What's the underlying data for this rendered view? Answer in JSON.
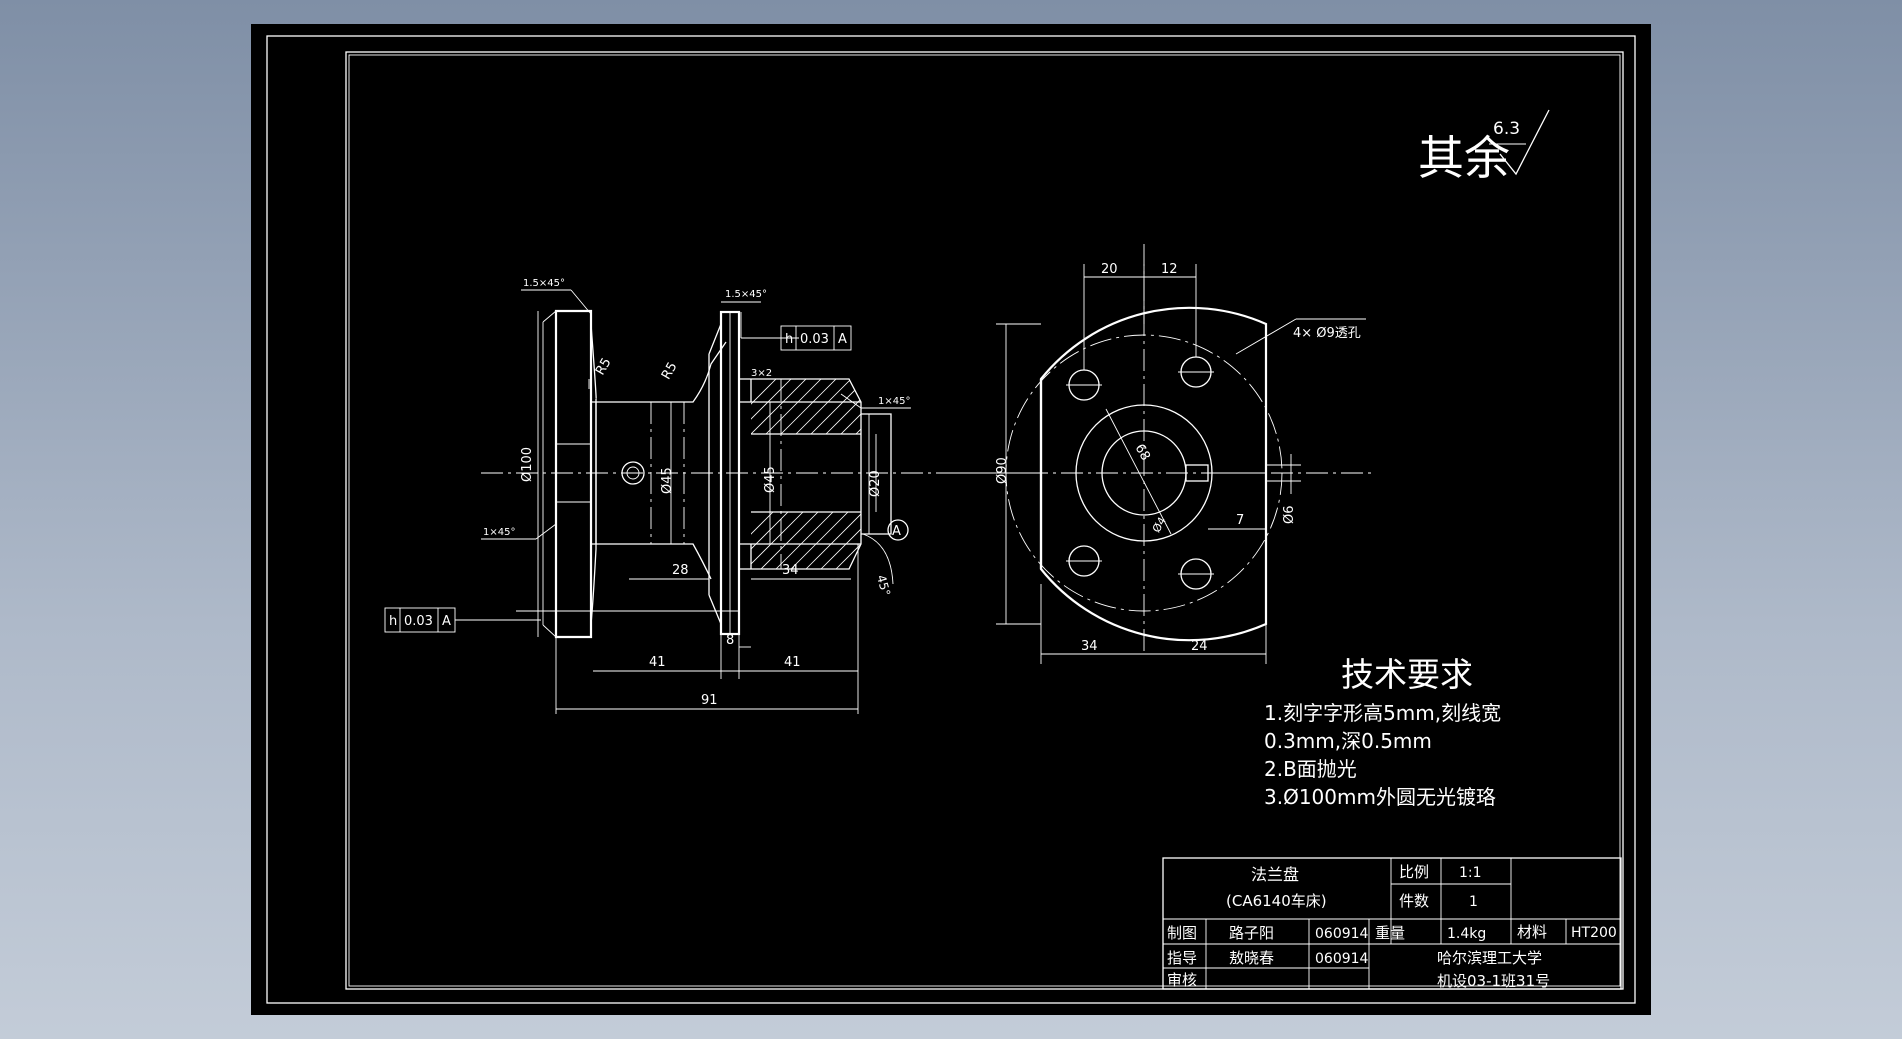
{
  "drawing": {
    "roughness_note": {
      "prefix": "其余",
      "value": "6.3"
    },
    "left_view": {
      "chamfer_top_left": "1.5×45°",
      "chamfer_top_mid": "1.5×45°",
      "chamfer_right": "1×45°",
      "chamfer_left": "1×45°",
      "radius_1": "R5",
      "radius_2": "R5",
      "groove": "3×2",
      "tolerance_frame_right": {
        "symbol": "h",
        "value": "0.03",
        "datum": "A"
      },
      "tolerance_frame_left": {
        "symbol": "h",
        "value": "0.03",
        "datum": "A"
      },
      "dia_100": "Ø100",
      "dia_45_a": "Ø45",
      "dia_45_b": "Ø45",
      "dia_20": "Ø20",
      "datum_label": "A",
      "angle": "45°",
      "dim_28": "28",
      "dim_34": "34",
      "dim_8": "8",
      "dim_41_a": "41",
      "dim_41_b": "41",
      "dim_91": "91"
    },
    "right_view": {
      "dim_20": "20",
      "dim_12": "12",
      "holes": "4× Ø9透孔",
      "dia_90": "Ø90",
      "dia_68": "68",
      "dia_4": "Ø4",
      "dim_6": "Ø6",
      "dim_7": "7",
      "dim_34": "34",
      "dim_24": "24"
    },
    "tech_requirements": {
      "title": "技术要求",
      "lines": [
        "1.刻字字形高5mm,刻线宽",
        "0.3mm,深0.5mm",
        "2.B面抛光",
        "3.Ø100mm外圆无光镀珞"
      ]
    },
    "title_block": {
      "part_name": "法兰盘",
      "part_sub": "(CA6140车床)",
      "scale_label": "比例",
      "scale_value": "1:1",
      "qty_label": "件数",
      "qty_value": "1",
      "drawn_label": "制图",
      "drawn_name": "路子阳",
      "drawn_date": "060914",
      "weight_label": "重量",
      "weight_value": "1.4kg",
      "material_label": "材料",
      "material_value": "HT200",
      "guide_label": "指导",
      "guide_name": "敖晓春",
      "guide_date": "060914",
      "review_label": "审核",
      "university": "哈尔滨理工大学",
      "class_info": "机设03-1班31号"
    }
  }
}
